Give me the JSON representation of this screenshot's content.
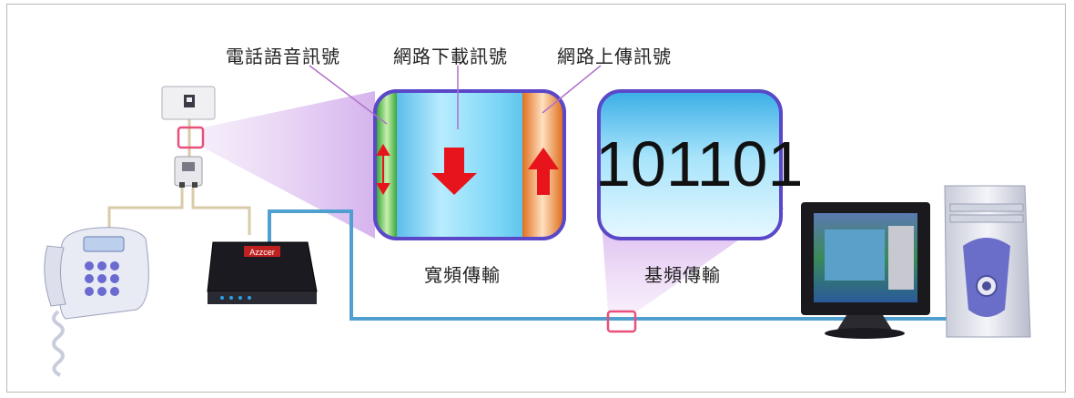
{
  "labels": {
    "voice": "電話語音訊號",
    "download": "網路下載訊號",
    "upload": "網路上傳訊號",
    "broadband": "寬頻傳輸",
    "baseband": "基頻傳輸",
    "binary": "101101",
    "modem_brand": "Azzcer"
  },
  "colors": {
    "cable_blue": "#4f9fd0",
    "cable_beige": "#d8cba8",
    "highlight_pink": "#e8507a",
    "panel_border": "#5a48c8",
    "arrow_red": "#e8141c",
    "voice_band": "#7fd06a",
    "upload_band": "#f0a060",
    "download_band": "#63c7ee",
    "callout_purple": "#b070c8"
  },
  "icons": [
    "wall-jack-icon",
    "splitter-icon",
    "telephone-icon",
    "adsl-modem-icon",
    "monitor-icon",
    "pc-tower-icon"
  ]
}
